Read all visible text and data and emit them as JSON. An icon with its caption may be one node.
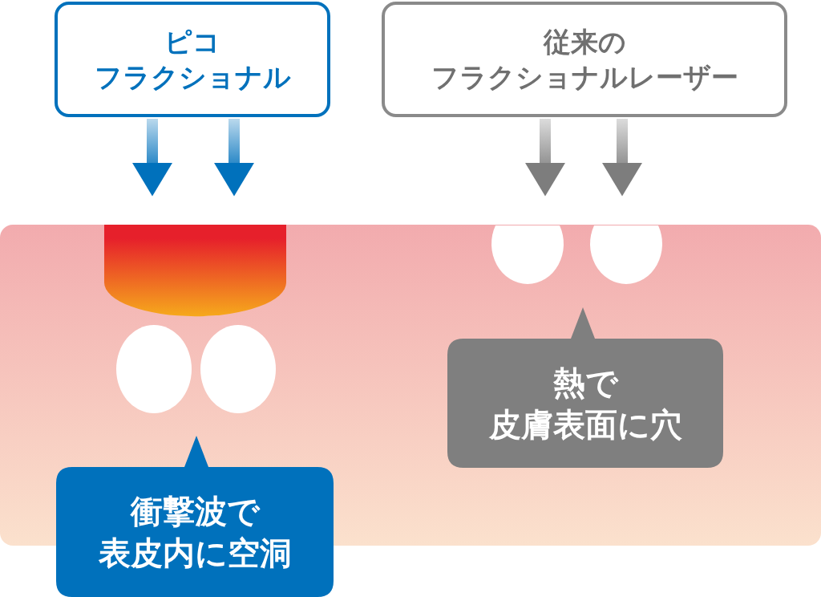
{
  "diagram": {
    "nodes": [
      {
        "text": [
          "ピコフラクショナル"
        ]
      },
      {
        "text": [
          "従来のフラクショナルレーザー"
        ]
      },
      {
        "text": [
          "衝撃波で表皮内に空洞"
        ]
      },
      {
        "text": [
          "熱で皮膚表面に穴"
        ]
      }
    ],
    "edges": [
      {
        "from": 0,
        "to": null,
        "arrow": "to",
        "color": "#0071bc"
      },
      {
        "from": 0,
        "to": null,
        "arrow": "to",
        "color": "#0071bc"
      },
      {
        "from": 1,
        "to": null,
        "arrow": "to",
        "color": "#7d7d7d"
      },
      {
        "from": 1,
        "to": null,
        "arrow": "to",
        "color": "#7d7d7d"
      }
    ]
  }
}
